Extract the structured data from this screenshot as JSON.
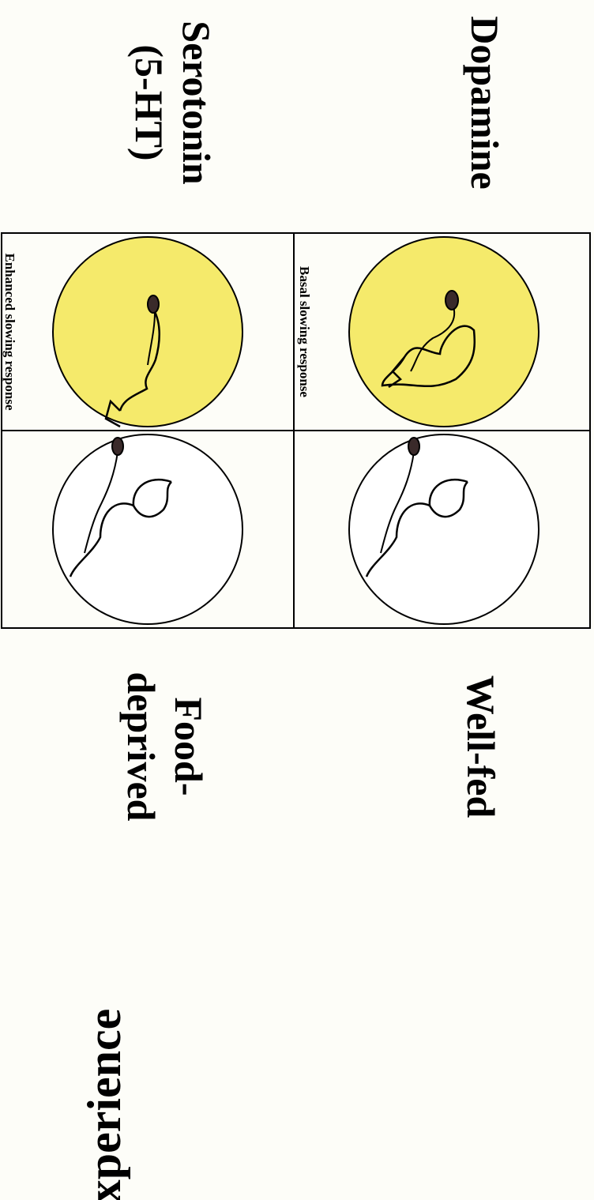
{
  "title": "Experience",
  "rows": [
    {
      "label": "Dopamine"
    },
    {
      "label_line1": "Serotonin",
      "label_line2": "(5-HT)"
    }
  ],
  "columns": [
    {
      "label": "Well-fed"
    },
    {
      "label_line1": "Food-",
      "label_line2": "deprived"
    }
  ],
  "responses": {
    "basal": "Basal slowing response",
    "enhanced": "Enhanced slowing response"
  },
  "colors": {
    "food": "#f5ea6b",
    "no_food": "#ffffff",
    "line": "#000000",
    "background": "#fdfdf8"
  }
}
